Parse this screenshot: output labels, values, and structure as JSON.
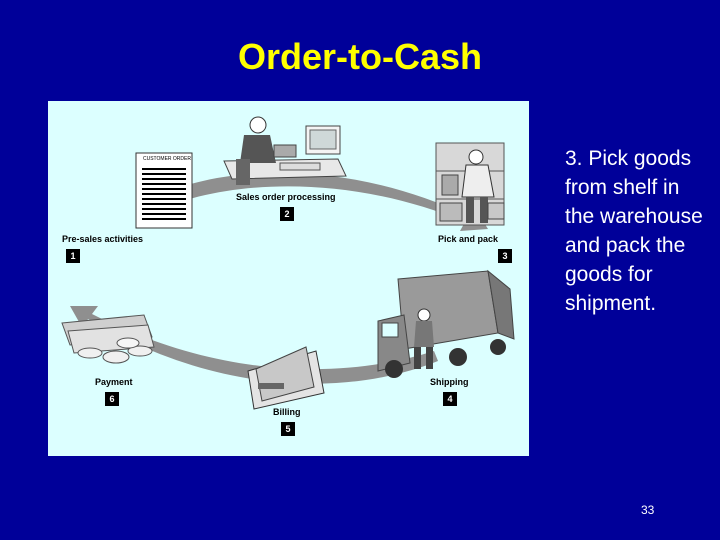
{
  "slide": {
    "title": "Order-to-Cash",
    "description": "3. Pick goods from shelf in the warehouse and pack the goods for shipment.",
    "page_number": "33"
  },
  "diagram": {
    "document_header": "CUSTOMER ORDER",
    "steps": [
      {
        "number": "1",
        "label": "Pre-sales activities"
      },
      {
        "number": "2",
        "label": "Sales order processing"
      },
      {
        "number": "3",
        "label": "Pick and pack"
      },
      {
        "number": "4",
        "label": "Shipping"
      },
      {
        "number": "5",
        "label": "Billing"
      },
      {
        "number": "6",
        "label": "Payment"
      }
    ]
  },
  "colors": {
    "background": "#000099",
    "title": "#ffff00",
    "text": "#ffffff",
    "diagram_background": "#dcffff"
  }
}
